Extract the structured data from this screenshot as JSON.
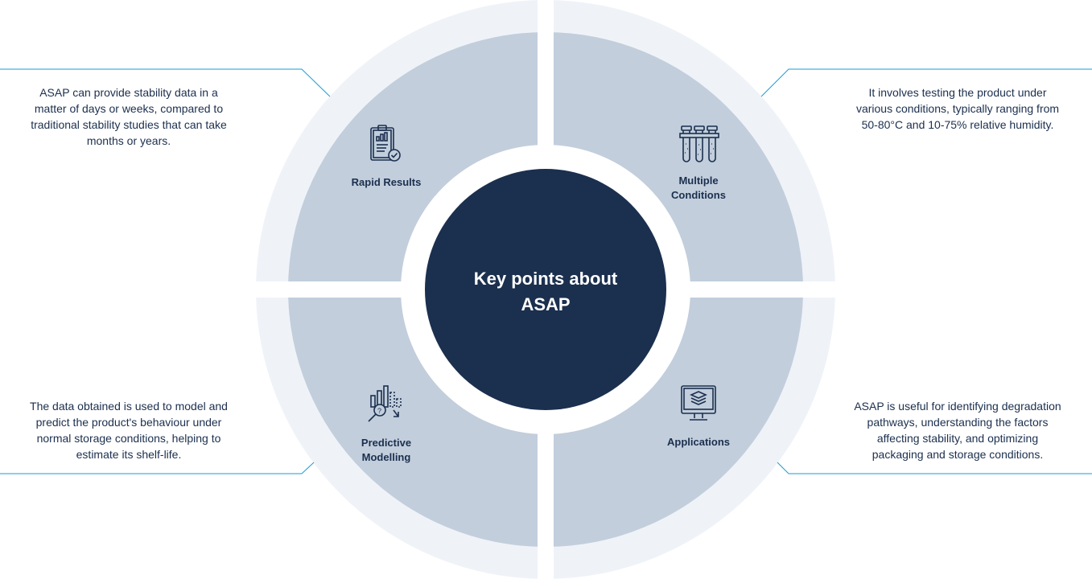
{
  "center_title": [
    "Key points about",
    "ASAP"
  ],
  "colors": {
    "outer_ring": "#eff3f8",
    "quadrant": "#c2cedc",
    "center": "#1b2f4e",
    "connector": "#1a9bd7",
    "text": "#1b2f4e"
  },
  "points": [
    {
      "label": [
        "Rapid Results"
      ],
      "icon": "clipboard-chart-check-icon",
      "description": [
        "ASAP can provide stability data in a",
        "matter of days or weeks, compared to",
        "traditional stability studies that can take",
        "months or years."
      ]
    },
    {
      "label": [
        "Multiple",
        "Conditions"
      ],
      "icon": "test-tubes-icon",
      "description": [
        "It involves testing the product under",
        "various conditions, typically ranging from",
        "50-80°C and 10-75% relative humidity."
      ]
    },
    {
      "label": [
        "Predictive",
        "Modelling"
      ],
      "icon": "chart-magnifier-icon",
      "description": [
        "The data obtained is used to model and",
        "predict the product's behaviour under",
        "normal storage conditions, helping to",
        "estimate its shelf-life."
      ]
    },
    {
      "label": [
        "Applications"
      ],
      "icon": "monitor-layers-icon",
      "description": [
        "ASAP is useful for identifying degradation",
        "pathways, understanding the factors",
        "affecting stability, and optimizing",
        "packaging and storage conditions."
      ]
    }
  ]
}
